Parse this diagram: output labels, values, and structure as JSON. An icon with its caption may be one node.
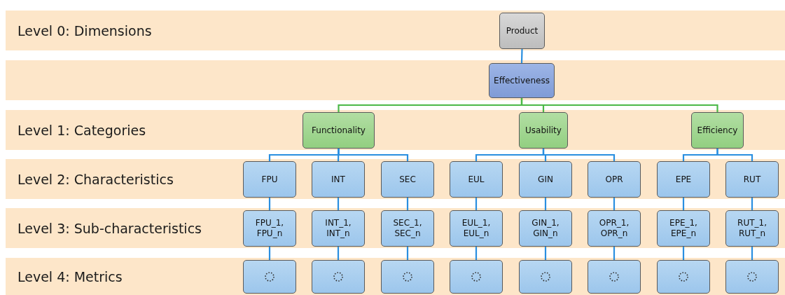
{
  "diagram": {
    "nodes": [
      {
        "text": [
          "Level 0: Dimensions"
        ]
      },
      {
        "text": [],
        "shape": "bar"
      },
      {
        "text": [
          "Level 1: Categories"
        ]
      },
      {
        "text": [
          "Level 2: Characteristics"
        ]
      },
      {
        "text": [
          "Level 3: Sub-characteristics"
        ]
      },
      {
        "text": [
          "Level 4: Metrics"
        ]
      },
      {
        "text": [
          "Product"
        ],
        "in": 0
      },
      {
        "text": [
          "Effectiveness"
        ],
        "in": 1
      },
      {
        "text": [
          "Functionality"
        ],
        "in": 2
      },
      {
        "text": [
          "Usability"
        ],
        "in": 2
      },
      {
        "text": [
          "Efficiency"
        ],
        "in": 2
      },
      {
        "text": [
          "FPU"
        ],
        "in": 3
      },
      {
        "text": [
          "INT"
        ],
        "in": 3
      },
      {
        "text": [
          "SEC"
        ],
        "in": 3
      },
      {
        "text": [
          "EUL"
        ],
        "in": 3
      },
      {
        "text": [
          "GIN"
        ],
        "in": 3
      },
      {
        "text": [
          "OPR"
        ],
        "in": 3
      },
      {
        "text": [
          "EPE"
        ],
        "in": 3
      },
      {
        "text": [
          "RUT"
        ],
        "in": 3
      },
      {
        "text": [
          "FPU_1, FPU_n"
        ],
        "in": 4
      },
      {
        "text": [
          "INT_1, INT_n"
        ],
        "in": 4
      },
      {
        "text": [
          "SEC_1, SEC_n"
        ],
        "in": 4
      },
      {
        "text": [
          "EUL_1, EUL_n"
        ],
        "in": 4
      },
      {
        "text": [
          "GIN_1, GIN_n"
        ],
        "in": 4
      },
      {
        "text": [
          "OPR_1, OPR_n"
        ],
        "in": 4
      },
      {
        "text": [
          "EPE_1, EPE_n"
        ],
        "in": 4
      },
      {
        "text": [
          "RUT_1, RUT_n"
        ],
        "in": 4
      },
      {
        "text": [],
        "shape": "box",
        "in": 5
      },
      {
        "text": [],
        "shape": "box",
        "in": 5
      },
      {
        "text": [],
        "shape": "box",
        "in": 5
      },
      {
        "text": [],
        "shape": "box",
        "in": 5
      },
      {
        "text": [],
        "shape": "box",
        "in": 5
      },
      {
        "text": [],
        "shape": "box",
        "in": 5
      },
      {
        "text": [],
        "shape": "box",
        "in": 5
      },
      {
        "text": [],
        "shape": "box",
        "in": 5
      }
    ],
    "edges": [
      {
        "from": 6,
        "to": 7,
        "arrow": "none"
      },
      {
        "from": 7,
        "to": 8,
        "arrow": "none",
        "color": "#4cb848"
      },
      {
        "from": 7,
        "to": 9,
        "arrow": "none",
        "color": "#4cb848"
      },
      {
        "from": 7,
        "to": 10,
        "arrow": "none",
        "color": "#4cb848"
      },
      {
        "from": 8,
        "to": 11,
        "arrow": "none"
      },
      {
        "from": 8,
        "to": 12,
        "arrow": "none"
      },
      {
        "from": 8,
        "to": 13,
        "arrow": "none"
      },
      {
        "from": 9,
        "to": 14,
        "arrow": "none"
      },
      {
        "from": 9,
        "to": 15,
        "arrow": "none"
      },
      {
        "from": 9,
        "to": 16,
        "arrow": "none"
      },
      {
        "from": 10,
        "to": 17,
        "arrow": "none"
      },
      {
        "from": 10,
        "to": 18,
        "arrow": "none"
      },
      {
        "from": 11,
        "to": 19,
        "arrow": "none"
      },
      {
        "from": 12,
        "to": 20,
        "arrow": "none"
      },
      {
        "from": 13,
        "to": 21,
        "arrow": "none"
      },
      {
        "from": 14,
        "to": 22,
        "arrow": "none"
      },
      {
        "from": 15,
        "to": 23,
        "arrow": "none"
      },
      {
        "from": 16,
        "to": 24,
        "arrow": "none"
      },
      {
        "from": 17,
        "to": 25,
        "arrow": "none"
      },
      {
        "from": 18,
        "to": 26,
        "arrow": "none"
      },
      {
        "from": 19,
        "to": 27,
        "arrow": "none"
      },
      {
        "from": 20,
        "to": 28,
        "arrow": "none"
      },
      {
        "from": 21,
        "to": 29,
        "arrow": "none"
      },
      {
        "from": 22,
        "to": 30,
        "arrow": "none"
      },
      {
        "from": 23,
        "to": 31,
        "arrow": "none"
      },
      {
        "from": 24,
        "to": 32,
        "arrow": "none"
      },
      {
        "from": 25,
        "to": 33,
        "arrow": "none"
      },
      {
        "from": 26,
        "to": 34,
        "arrow": "none"
      }
    ]
  }
}
